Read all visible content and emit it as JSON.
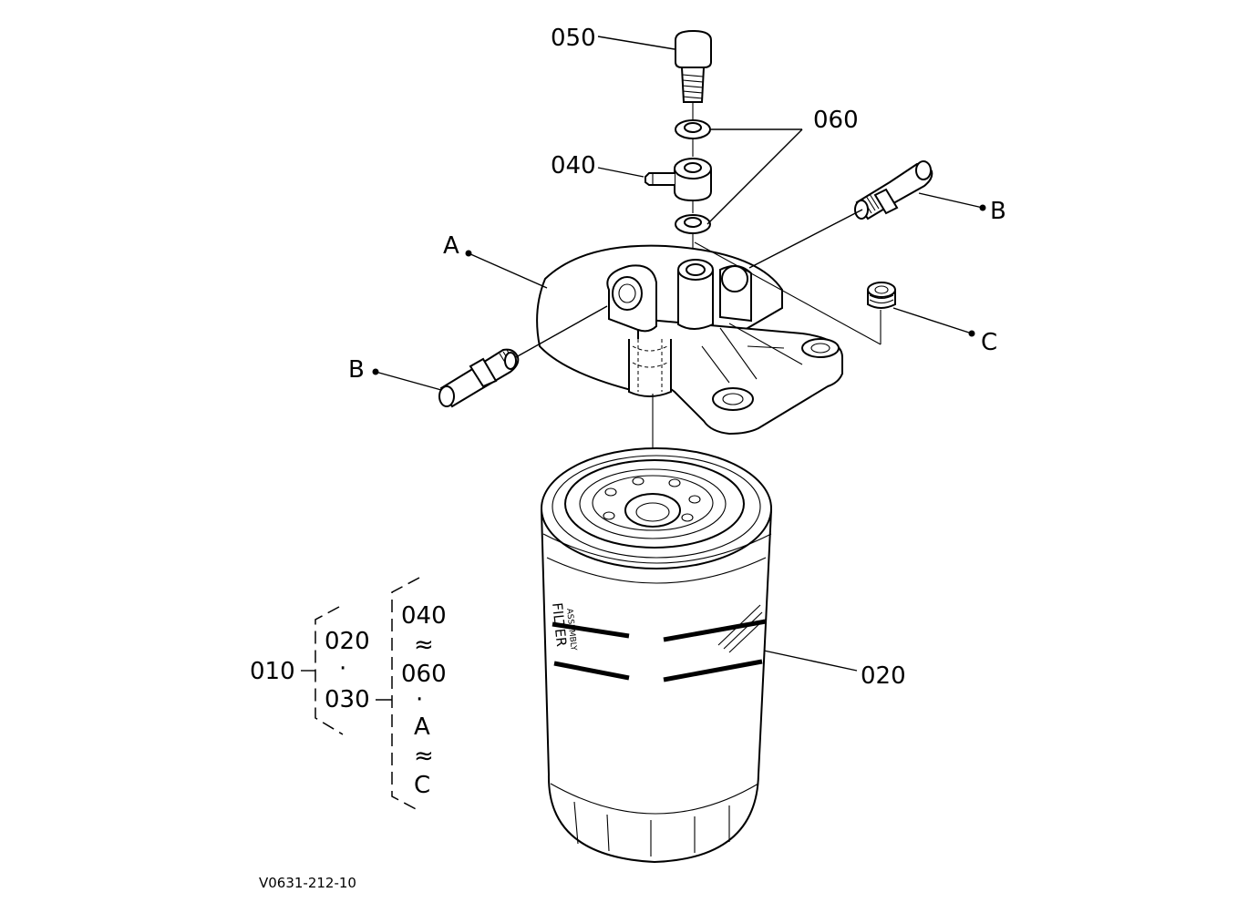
{
  "labels": {
    "p050": "050",
    "p060": "060",
    "p040": "040",
    "pA": "A",
    "pB_right": "B",
    "pB_left": "B",
    "pC": "C",
    "p020": "020"
  },
  "kit": {
    "main": "010",
    "group1": [
      "020",
      "·",
      "030"
    ],
    "group2": [
      "040",
      "≈",
      "060",
      "·",
      "A",
      "≈",
      "C"
    ]
  },
  "filter_print": {
    "line1": "FILTER",
    "line2": "ASSEMBLY"
  },
  "reference_code": "V0631-212-10"
}
